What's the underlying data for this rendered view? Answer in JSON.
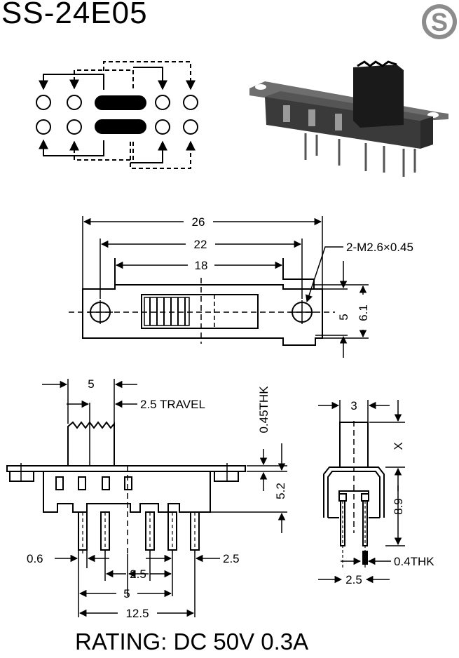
{
  "header": {
    "model": "SS-24E05",
    "logo_letter": "S"
  },
  "top_view": {
    "overall_length": "26",
    "hole_pitch": "22",
    "slot_length": "18",
    "mount_holes": "2-M2.6×0.45",
    "body_width": "5",
    "flange_width": "6.1"
  },
  "side_view": {
    "knob_width": "5",
    "travel": "2.5 TRAVEL",
    "plate_thickness": "0.45THK",
    "body_height": "5.2",
    "pin_width": "0.6",
    "pin_pitch_right": "2.5",
    "pin_pitch_mid": "2.5",
    "center_span": "5",
    "total_span": "12.5"
  },
  "end_view": {
    "knob_width": "3",
    "knob_height": "X",
    "height": "8.9",
    "pin_thickness": "0.4THK",
    "row_pitch": "2.5"
  },
  "footer": {
    "rating": "RATING: DC 50V 0.3A"
  },
  "colors": {
    "ink": "#000000",
    "photo_body": "#3a3a3a",
    "photo_shadow": "#6e6e6e",
    "logo_bg": "#8c8c8c"
  }
}
